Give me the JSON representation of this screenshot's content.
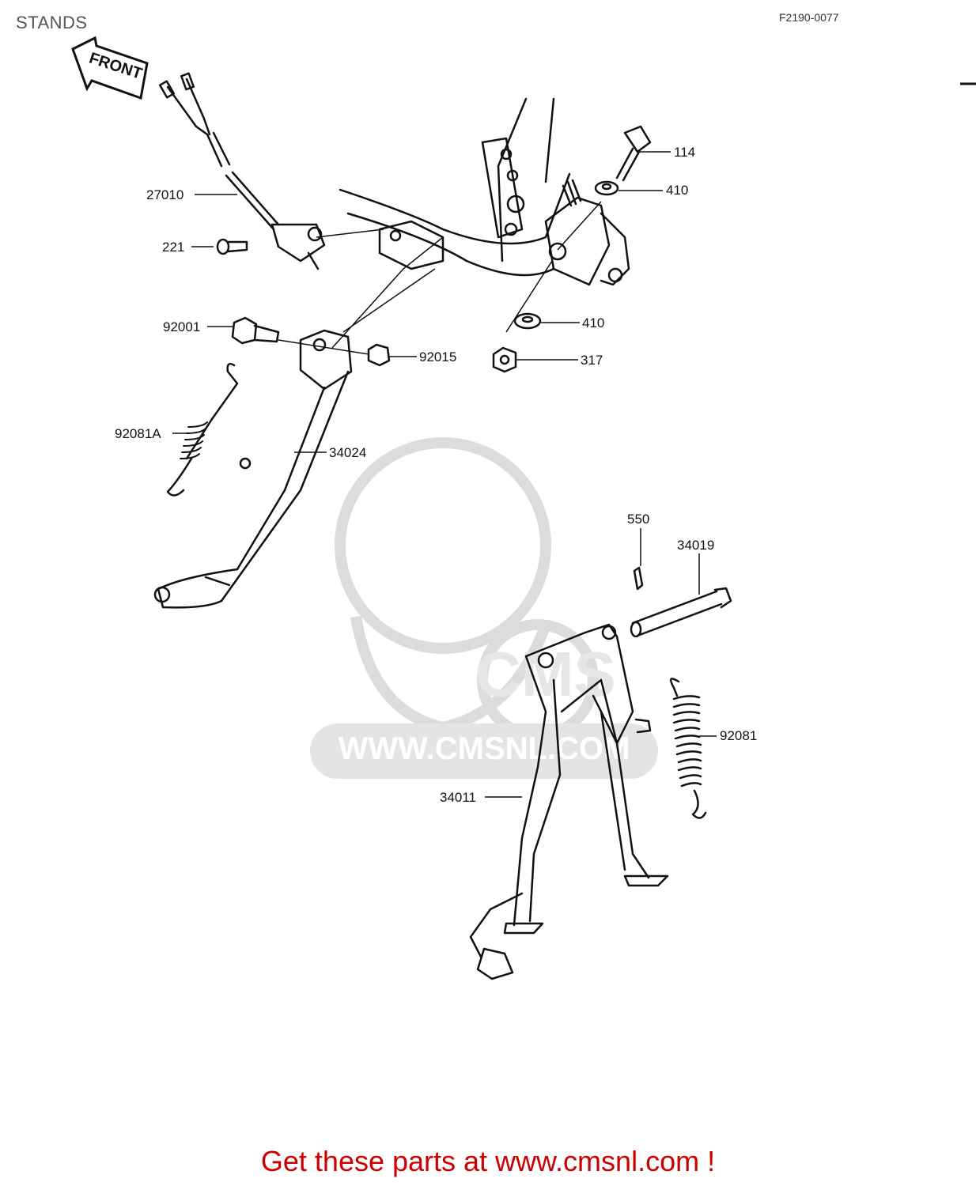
{
  "page": {
    "title": "STANDS",
    "diagram_code": "F2190-0077",
    "footer": "Get these parts at www.cmsnl.com !"
  },
  "front_arrow": {
    "label": "FRONT"
  },
  "watermark": {
    "logo": "CMS",
    "url": "WWW.CMSNL.COM"
  },
  "parts": [
    {
      "id": "p27010",
      "number": "27010"
    },
    {
      "id": "p221",
      "number": "221"
    },
    {
      "id": "p114",
      "number": "114"
    },
    {
      "id": "p410a",
      "number": "410"
    },
    {
      "id": "p410b",
      "number": "410"
    },
    {
      "id": "p317",
      "number": "317"
    },
    {
      "id": "p92001",
      "number": "92001"
    },
    {
      "id": "p92015",
      "number": "92015"
    },
    {
      "id": "p92081A",
      "number": "92081A"
    },
    {
      "id": "p34024",
      "number": "34024"
    },
    {
      "id": "p550",
      "number": "550"
    },
    {
      "id": "p34019",
      "number": "34019"
    },
    {
      "id": "p92081",
      "number": "92081"
    },
    {
      "id": "p34011",
      "number": "34011"
    }
  ],
  "colors": {
    "footer": "#cc0000",
    "ink": "#111111",
    "watermark": "#dcdcdc"
  }
}
